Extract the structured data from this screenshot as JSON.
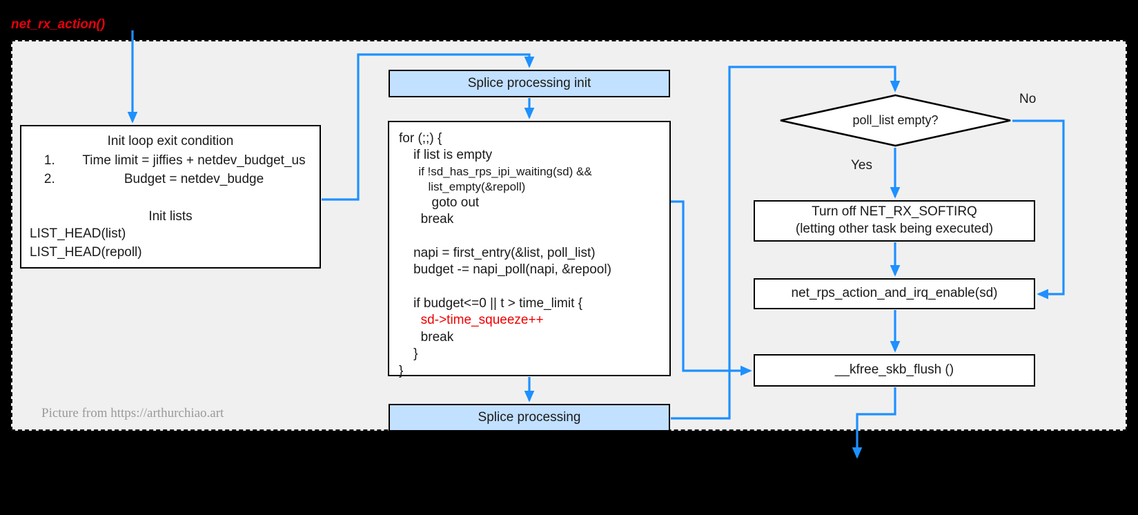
{
  "diagram": {
    "title": "net_rx_action() flowchart",
    "entry_label": "net_rx_action()",
    "watermark": "Picture from https://arthurchiao.art",
    "colors": {
      "edge": "#1e90ff",
      "entry_label": "#e8000d",
      "panel_bg": "#f0f0f0",
      "blue_node_bg": "#c2e0ff",
      "node_border": "#000000",
      "code_highlight": "#ee0000",
      "watermark": "#9a9a9a",
      "canvas_bg": "#000000"
    }
  },
  "nodes": {
    "init": {
      "title": "Init loop exit condition",
      "items": [
        "Time limit = jiffies + netdev_budget_us",
        "Budget = netdev_budge"
      ],
      "subtitle": "Init lists",
      "lines": [
        "LIST_HEAD(list)",
        "LIST_HEAD(repoll)"
      ]
    },
    "splice_init": {
      "label": "Splice processing init"
    },
    "splice": {
      "label": "Splice processing"
    },
    "code": {
      "lines": [
        {
          "text": "for (;;) {",
          "color": "normal",
          "size": "normal"
        },
        {
          "text": "    if list is empty",
          "color": "normal",
          "size": "normal"
        },
        {
          "text": "      if !sd_has_rps_ipi_waiting(sd) &&",
          "color": "normal",
          "size": "small"
        },
        {
          "text": "         list_empty(&repoll)",
          "color": "normal",
          "size": "small"
        },
        {
          "text": "         goto out",
          "color": "normal",
          "size": "normal"
        },
        {
          "text": "      break",
          "color": "normal",
          "size": "normal"
        },
        {
          "text": " ",
          "color": "normal",
          "size": "normal"
        },
        {
          "text": "    napi = first_entry(&list, poll_list)",
          "color": "normal",
          "size": "normal"
        },
        {
          "text": "    budget -= napi_poll(napi, &repool)",
          "color": "normal",
          "size": "normal"
        },
        {
          "text": " ",
          "color": "normal",
          "size": "normal"
        },
        {
          "text": "    if budget<=0 || t > time_limit {",
          "color": "normal",
          "size": "normal"
        },
        {
          "text": "      sd->time_squeeze++",
          "color": "red",
          "size": "normal"
        },
        {
          "text": "      break",
          "color": "normal",
          "size": "normal"
        },
        {
          "text": "    }",
          "color": "normal",
          "size": "normal"
        },
        {
          "text": "}",
          "color": "normal",
          "size": "normal"
        }
      ]
    },
    "diamond": {
      "label": "poll_list empty?"
    },
    "softirq": {
      "line1": "Turn off NET_RX_SOFTIRQ",
      "line2": "(letting other task being executed)"
    },
    "rps": {
      "label": "net_rps_action_and_irq_enable(sd)"
    },
    "flush": {
      "label": "__kfree_skb_flush ()"
    }
  },
  "edge_labels": {
    "no": "No",
    "yes": "Yes"
  }
}
